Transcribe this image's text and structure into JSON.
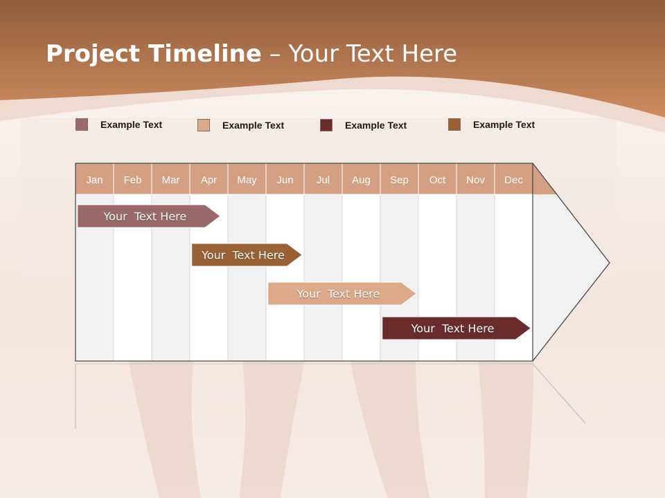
{
  "slide": {
    "title_bold": "Project Timeline",
    "title_rest": " – Your Text Here"
  },
  "legend": [
    {
      "label": "Example Text",
      "color": "#9a6a6a"
    },
    {
      "label": "Example Text",
      "color": "#dcaa88"
    },
    {
      "label": "Example Text",
      "color": "#6b2c2e"
    },
    {
      "label": "Example Text",
      "color": "#9a6234"
    }
  ],
  "timeline": {
    "months": [
      "Jan",
      "Feb",
      "Mar",
      "Apr",
      "May",
      "Jun",
      "Jul",
      "Aug",
      "Sep",
      "Oct",
      "Nov",
      "Dec"
    ],
    "bars": [
      {
        "label": "Your  Text Here",
        "start": 0.05,
        "end": 3.8,
        "row": 0,
        "color": "#9a6a6a"
      },
      {
        "label": "Your  Text Here",
        "start": 3.05,
        "end": 5.95,
        "row": 1,
        "color": "#9a6234"
      },
      {
        "label": "Your  Text Here",
        "start": 5.05,
        "end": 8.95,
        "row": 2,
        "color": "#dcaa88"
      },
      {
        "label": "Your  Text Here",
        "start": 8.05,
        "end": 11.95,
        "row": 3,
        "color": "#6b2c2e"
      }
    ]
  },
  "colors": {
    "header_fill": "#d4a084",
    "band_gray": "#f1f1f1",
    "band_white": "#ffffff"
  }
}
